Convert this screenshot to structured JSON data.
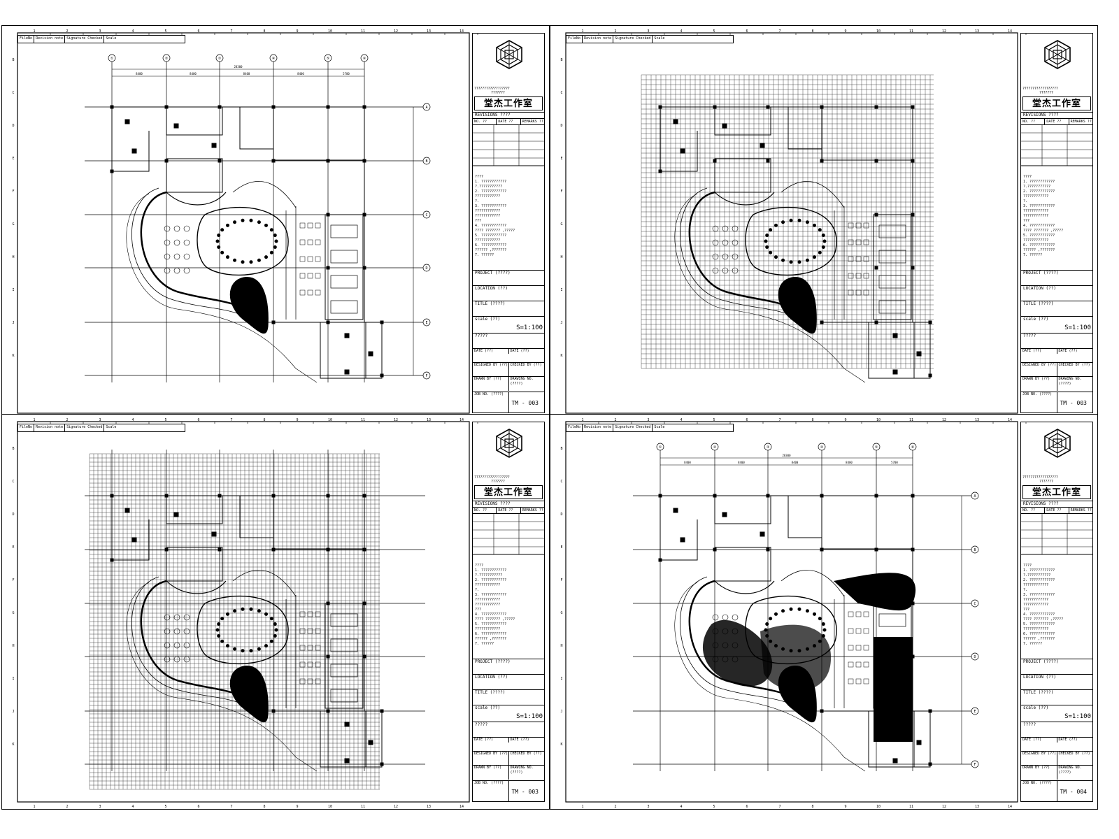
{
  "strip": {
    "file": "FileNo",
    "rev": "Revision note",
    "sig": "Signature Checked",
    "scale": "Scale"
  },
  "title_block": {
    "address": [
      "??????????????????",
      "???????"
    ],
    "brand": "堂杰工作室",
    "revisions": "REVISIONS ????",
    "col_no": "NO. ??",
    "col_date": "DATE ??",
    "col_remarks": "REMARKS ??",
    "notes_head": "????",
    "notes": [
      "1. ????????????",
      "?.???????????",
      "2. ????????????",
      "????????????",
      "?.",
      "3. ????????????",
      "????????????",
      "????????????",
      "???",
      "4. ????????????",
      "????   ??????? ,?????",
      "5. ????????????",
      "????????????",
      "6. ????????????",
      "??????     ,???????",
      "7. ??????"
    ],
    "project": "PROJECT (????)",
    "location": "LOCATION (??)",
    "title": "TITLE (????)",
    "scale_label": "scale (??)",
    "scale_value": "S=1:100",
    "remarks": "?????",
    "date1": "DATE (??)",
    "date2": "DATE (??)",
    "designed": "DESIGNED BY (??)",
    "checked": "CHECKED BY (??)",
    "drawn": "DRAWN BY (??)",
    "drawing_no": "DRAWING NO. (????)",
    "job_no": "JOB NO. (????)"
  },
  "sheets": [
    {
      "drawing_no": "TM - 003"
    },
    {
      "drawing_no": "TM - 003"
    },
    {
      "drawing_no": "TM - 003"
    },
    {
      "drawing_no": "TM - 004"
    }
  ],
  "plan": {
    "overall_dim": "28300",
    "span_dims": [
      "8400",
      "8400",
      "8400",
      "8400",
      "5700"
    ],
    "grid_x": [
      "①",
      "②",
      "③",
      "④",
      "⑤",
      "⑥"
    ],
    "grid_y": [
      "A",
      "B",
      "C",
      "D",
      "E",
      "F"
    ],
    "frame_cols": [
      "1",
      "2",
      "3",
      "4",
      "5",
      "6",
      "7",
      "8",
      "9",
      "10",
      "11",
      "12",
      "13",
      "14"
    ],
    "frame_rows": [
      "B",
      "C",
      "D",
      "E",
      "F",
      "G",
      "H",
      "I",
      "J",
      "K"
    ]
  }
}
